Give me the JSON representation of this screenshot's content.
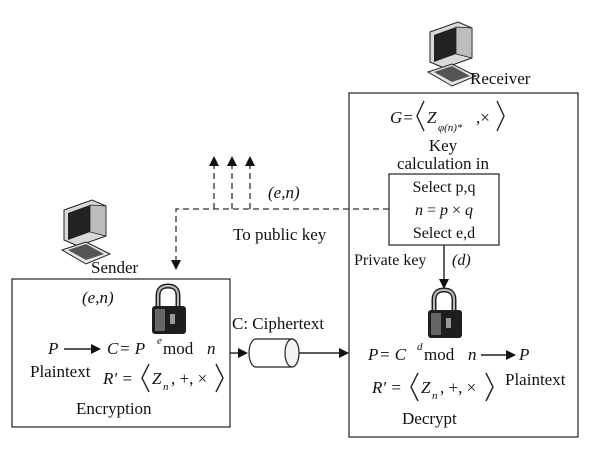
{
  "receiver": {
    "title": "Receiver",
    "group_lhs": "G=",
    "group_z": "Z",
    "group_sub": "φ(n)*",
    "group_ops": ",×",
    "key_calc_line1": "Key",
    "key_calc_line2": "calculation in",
    "select_pq": "Select p,q",
    "n_eq_lhs": "n",
    "n_eq_mid": " = ",
    "n_eq_p": "p",
    "n_eq_times": " × ",
    "n_eq_q": "q",
    "select_ed": "Select e,d",
    "private_key_label": "Private key",
    "private_key_value": "(d)",
    "decrypt_lhs": "P",
    "decrypt_eq": " = C",
    "decrypt_exp": "d",
    "decrypt_mod": " mod ",
    "decrypt_n": "n",
    "decrypt_out": "P",
    "plaintext_label": "Plaintext",
    "ring_lhs": "R′ =",
    "ring_z": "Z",
    "ring_sub": "n",
    "ring_ops": ", +, ×",
    "section_label": "Decrypt"
  },
  "sender": {
    "title": "Sender",
    "public_key_pair": "(e,n)",
    "input_p": "P",
    "encrypt_lhs": "C",
    "encrypt_eq": " = P",
    "encrypt_exp": "e",
    "encrypt_mod": " mod ",
    "encrypt_n": "n",
    "plaintext_label": "Plaintext",
    "ring_lhs": "R′ =",
    "ring_z": "Z",
    "ring_sub": "n",
    "ring_ops": ", +, ×",
    "section_label": "Encryption"
  },
  "channel": {
    "ciphertext_label": "C: Ciphertext",
    "public_key_pair": "(e,n)",
    "to_public_key": "To public key"
  },
  "icons": [
    "computer-icon",
    "computer-icon",
    "padlock-icon",
    "padlock-icon",
    "ciphertext-cylinder-icon"
  ]
}
